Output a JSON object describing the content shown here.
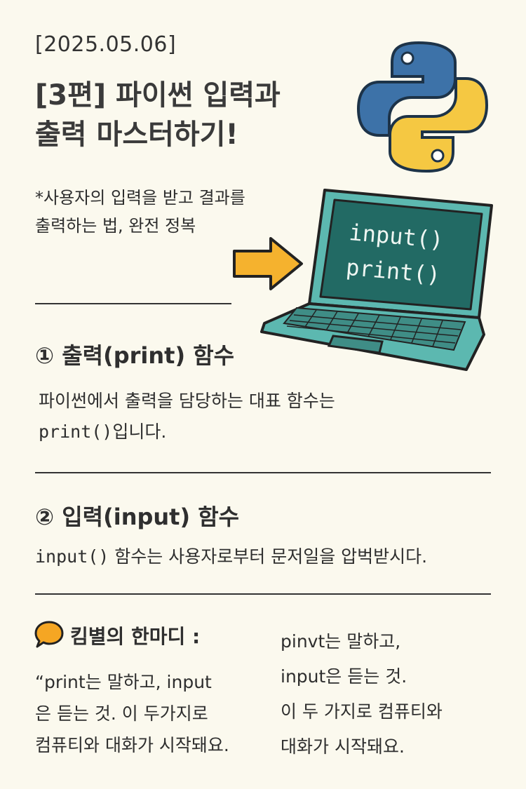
{
  "header": {
    "date": "[2025.05.06]",
    "title_line1": "[3편] 파이썬 입력과",
    "title_line2": "출력 마스터하기!",
    "subtitle_line1": "*사용자의 입력을 받고 결과를",
    "subtitle_line2": "출력하는 법, 완전 정복"
  },
  "illustration": {
    "screen_line1": "input()",
    "screen_line2": "print()"
  },
  "section1": {
    "heading": "① 출력(print) 함수",
    "text_line1": "파이썬에서 출력을 담당하는 대표 함수는",
    "code": "print()",
    "text_suffix": "입니다."
  },
  "section2": {
    "heading": "② 입력(input) 함수",
    "code": "input()",
    "text_suffix": " 함수는 사용자로부터 문저일을 압벅받시다."
  },
  "tip": {
    "title": "킴별의 한마디 :",
    "left_lines": [
      "“print는 말하고, input",
      "은 듣는 것. 이 두가지로",
      "컴퓨티와 대화가 시작돼요."
    ],
    "right_lines": [
      "pinvt는 말하고,",
      "input은 듣는 것.",
      "이 두 가지로 컴퓨티와",
      "대화가 시작돼요."
    ]
  },
  "colors": {
    "background": "#fbf9ee",
    "laptop_body": "#5cb8b0",
    "laptop_screen": "#226a64",
    "python_blue": "#3d72a8",
    "python_yellow": "#f5c842",
    "arrow": "#f5b22e",
    "bubble": "#f5a623"
  }
}
